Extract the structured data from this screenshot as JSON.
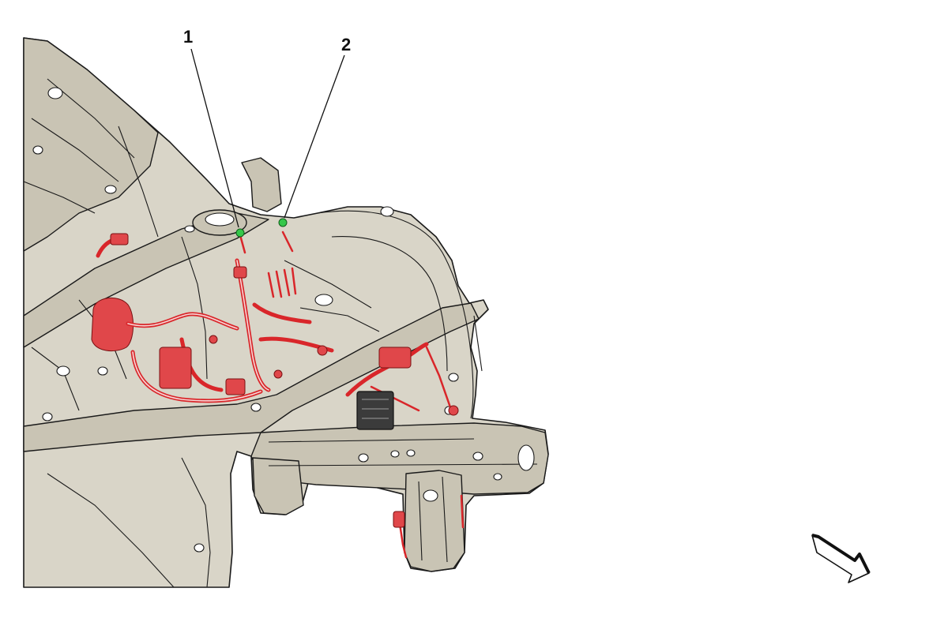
{
  "diagram": {
    "callouts": [
      {
        "id": "1",
        "label": "1"
      },
      {
        "id": "2",
        "label": "2"
      }
    ],
    "colors": {
      "body_panel": "#d9d5c8",
      "outline": "#1a1a1a",
      "harness": "#d9262a",
      "ground_point_marker": "#35c74a"
    },
    "orientation_indicator": "direction-arrow-icon"
  }
}
